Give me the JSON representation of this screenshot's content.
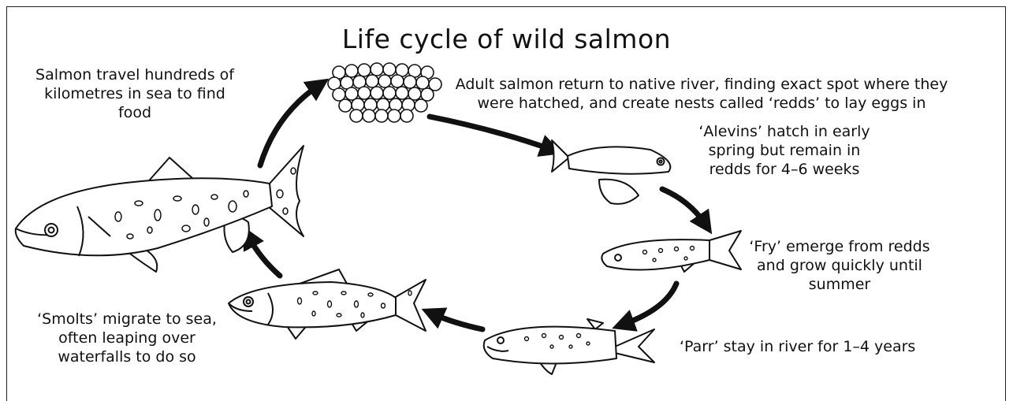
{
  "title": "Life cycle of wild salmon",
  "stages": {
    "sea": "Salmon travel hundreds of kilometres in sea to find food",
    "eggs": "Adult salmon return to native river, finding exact spot where they were hatched, and create nests called ‘redds’ to lay eggs in",
    "alevins": "‘Alevins’ hatch in early spring but remain in redds for 4–6 weeks",
    "fry": "‘Fry’ emerge from redds and grow quickly until summer",
    "parr": "‘Parr’ stay in river for 1–4 years",
    "smolts": "‘Smolts’ migrate to sea, often leaping over waterfalls to do so"
  }
}
